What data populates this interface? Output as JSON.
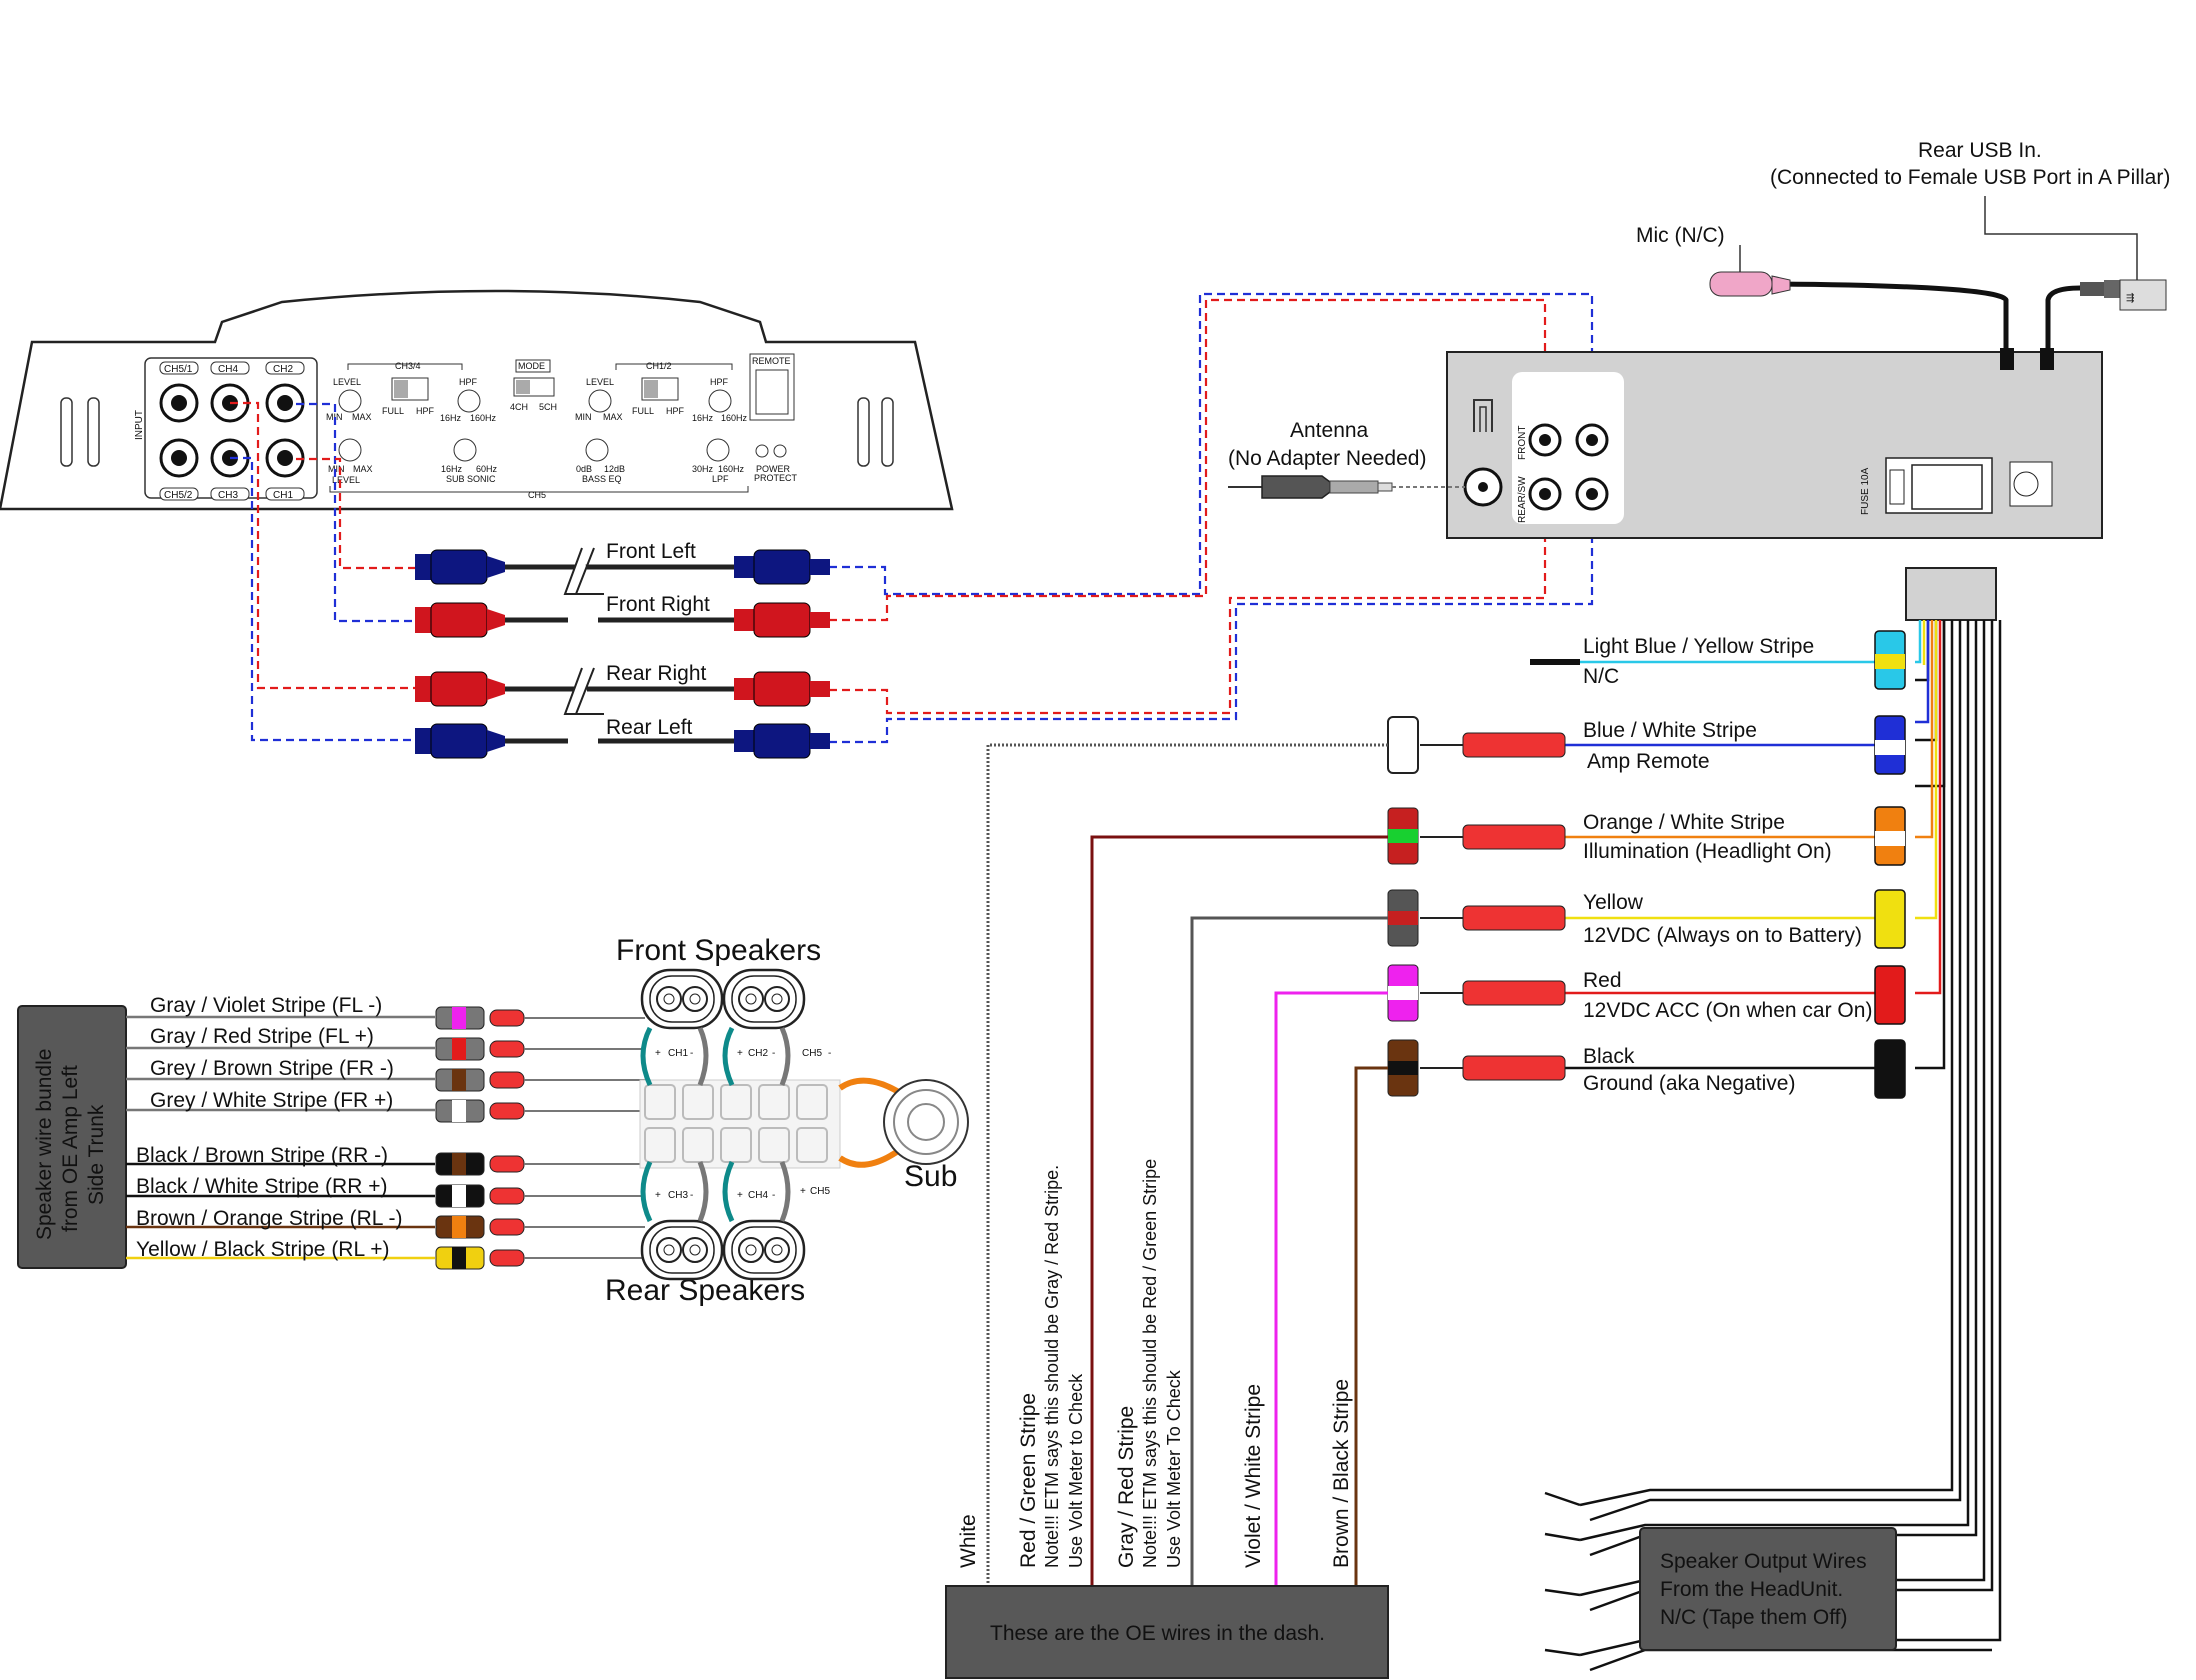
{
  "head_unit": {
    "rear_usb_line1": "Rear USB In.",
    "rear_usb_line2": "(Connected to Female USB Port in A Pillar)",
    "mic_label": "Mic (N/C)",
    "antenna_line1": "Antenna",
    "antenna_line2": "(No Adapter Needed)",
    "front_label": "FRONT",
    "rear_sw_label": "REAR/SW",
    "fuse_label": "FUSE 10A"
  },
  "amplifier": {
    "input_label": "INPUT",
    "remote_label": "REMOTE",
    "mode_label": "MODE",
    "ch34_label": "CH3/4",
    "ch12_label": "CH1/2",
    "ch5_label": "CH5",
    "ch51_label": "CH5/1",
    "ch4_label": "CH4",
    "ch2_label": "CH2",
    "ch52_label": "CH5/2",
    "ch3_label": "CH3",
    "ch1_label": "CH1",
    "level_label": "LEVEL",
    "min_label": "MIN",
    "max_label": "MAX",
    "full_label": "FULL",
    "hpf_label": "HPF",
    "hz16_label": "16Hz",
    "hz160_label": "160Hz",
    "ch4_mode": "4CH",
    "ch5_mode": "5CH",
    "hz60_label": "60Hz",
    "sub_sonic_label": "SUB SONIC",
    "db0_label": "0dB",
    "db12_label": "12dB",
    "bass_eq_label": "BASS EQ",
    "hz30_label": "30Hz",
    "lpf_label": "LPF",
    "power_label": "POWER",
    "protect_label": "PROTECT"
  },
  "rca_cables": [
    {
      "label": "Front Left"
    },
    {
      "label": "Front Right"
    },
    {
      "label": "Rear Right"
    },
    {
      "label": "Rear Left"
    }
  ],
  "harness": [
    {
      "line1": "Light Blue / Yellow Stripe",
      "line2": "N/C"
    },
    {
      "line1": "Blue / White Stripe",
      "line2": "Amp Remote"
    },
    {
      "line1": "Orange / White Stripe",
      "line2": "Illumination (Headlight On)"
    },
    {
      "line1": "Yellow",
      "line2": "12VDC (Always on to Battery)"
    },
    {
      "line1": "Red",
      "line2": "12VDC ACC (On when car On)"
    },
    {
      "line1": "Black",
      "line2": "Ground (aka Negative)"
    }
  ],
  "speakers": {
    "bundle_line1": "Speaker wire bundle",
    "bundle_line2": "from OE Amp Left",
    "bundle_line3": "Side Trunk",
    "wires": [
      "Gray / Violet Stripe (FL -)",
      "Gray / Red Stripe (FL +)",
      "Grey / Brown Stripe (FR -)",
      "Grey / White Stripe (FR +)",
      "Black / Brown Stripe (RR -)",
      "Black / White Stripe (RR +)",
      "Brown / Orange Stripe (RL -)",
      "Yellow / Black Stripe (RL +)"
    ],
    "front_title": "Front Speakers",
    "rear_title": "Rear Speakers",
    "sub_label": "Sub",
    "ch1": "CH1",
    "ch2": "CH2",
    "ch3": "CH3",
    "ch4": "CH4",
    "ch5_top": "CH5",
    "ch5_bottom": "CH5"
  },
  "oe_wires": {
    "box_label": "These are the OE wires in the dash.",
    "white": "White",
    "rg_line1": "Red / Green Stripe",
    "rg_line2": "Note!!! ETM says this should be  Gray / Red Stripe.",
    "rg_line3": "Use Volt Meter to Check",
    "gr_line1": "Gray / Red Stripe",
    "gr_line2": "Note!!! ETM says this should be Red / Green Stripe",
    "gr_line3": "Use Volt Meter To Check",
    "violet": "Violet / White Stripe",
    "brown": "Brown / Black Stripe"
  },
  "speaker_output": {
    "line1": "Speaker Output Wires",
    "line2": "From the HeadUnit.",
    "line3": "N/C (Tape them Off)"
  },
  "colors": {
    "rca_blue": "#0d1680",
    "rca_red": "#d0151e",
    "connector_red": "#ee3333",
    "dashed_blue": "#1f2fd6",
    "dashed_red": "#e21b1b",
    "head_unit_gray": "#d2d2d2",
    "box_gray": "#585858"
  }
}
